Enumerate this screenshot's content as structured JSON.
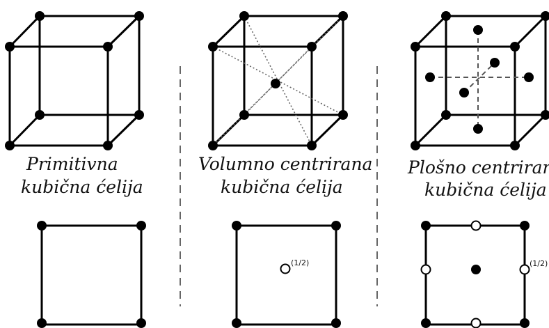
{
  "panels": [
    {
      "id": "primitive",
      "caption_line1": "Primitivna",
      "caption_line2": "kubična ćelija"
    },
    {
      "id": "body-centered",
      "caption_line1": "Volumno centrirana",
      "caption_line2": "kubična ćelija",
      "fraction_label": "(1/2)"
    },
    {
      "id": "face-centered",
      "caption_line1": "Plošno centrirana",
      "caption_line2": "kubična ćelija",
      "fraction_label": "(1/2)"
    }
  ],
  "colors": {
    "atom": "#000000",
    "edge": "#000000",
    "guide": "#666666"
  }
}
